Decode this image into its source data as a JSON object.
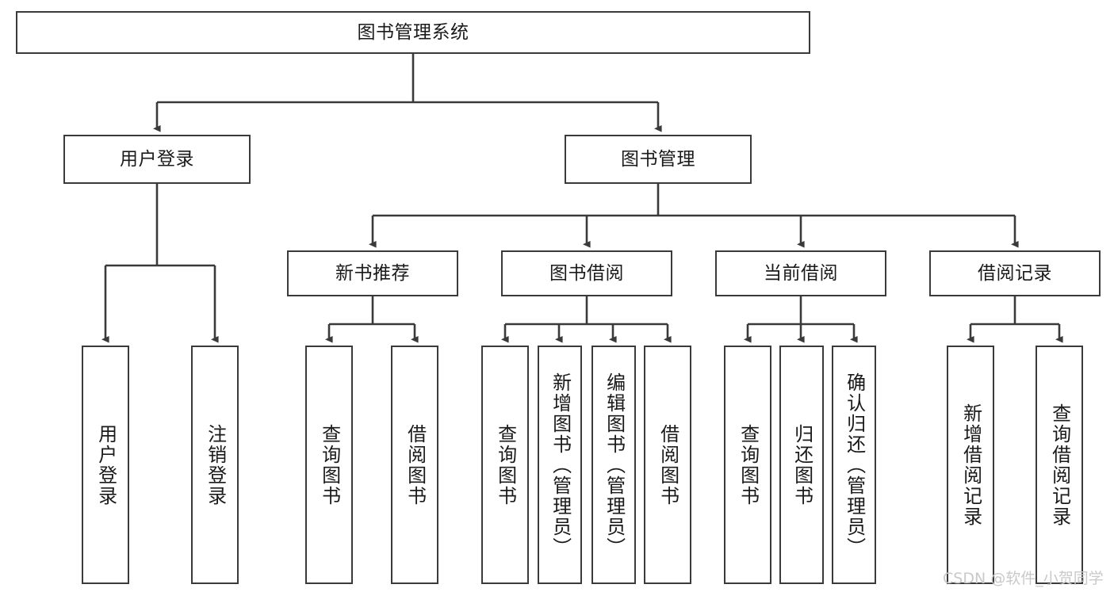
{
  "diagram": {
    "title": "图书管理系统",
    "type": "tree-hierarchy-chart",
    "stroke_color": "#3a3a3a",
    "background_color": "#ffffff",
    "text_color": "#1a1a1a"
  },
  "nodes": {
    "root": {
      "label": "图书管理系统"
    },
    "level2": {
      "user_login": {
        "label": "用户登录"
      },
      "book_manage": {
        "label": "图书管理"
      }
    },
    "level3": {
      "new_book_recommend": {
        "label": "新书推荐"
      },
      "book_borrow": {
        "label": "图书借阅"
      },
      "current_borrow": {
        "label": "当前借阅"
      },
      "borrow_record": {
        "label": "借阅记录"
      }
    },
    "leaves": {
      "user_login": [
        {
          "label": "用户登录"
        },
        {
          "label": "注销登录"
        }
      ],
      "new_book_recommend": [
        {
          "label": "查询图书"
        },
        {
          "label": "借阅图书"
        }
      ],
      "book_borrow": [
        {
          "label": "查询图书"
        },
        {
          "label": "新增图书（管理员）"
        },
        {
          "label": "编辑图书（管理员）"
        },
        {
          "label": "借阅图书"
        }
      ],
      "current_borrow": [
        {
          "label": "查询图书"
        },
        {
          "label": "归还图书"
        },
        {
          "label": "确认归还（管理员）"
        }
      ],
      "borrow_record": [
        {
          "label": "新增借阅记录"
        },
        {
          "label": "查询借阅记录"
        }
      ]
    }
  },
  "watermark": {
    "text": "CSDN @软件_小贺同学"
  }
}
